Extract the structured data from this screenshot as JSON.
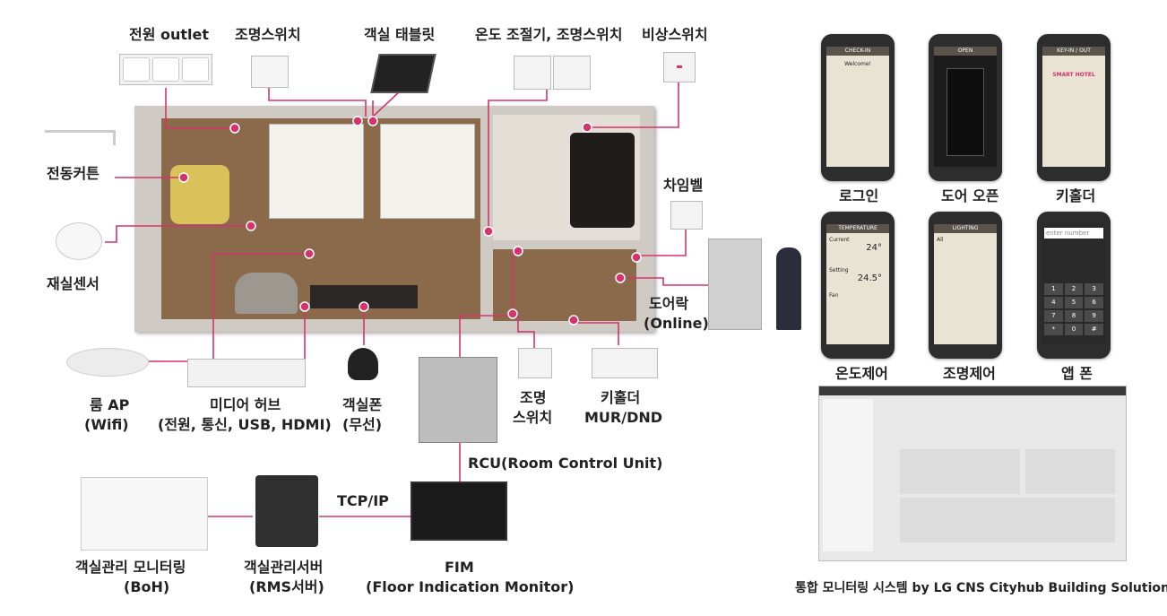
{
  "labels": {
    "outlet": "전원 outlet",
    "light_switch_top": "조명스위치",
    "tablet": "객실 태블릿",
    "thermostat": "온도 조절기, 조명스위치",
    "emergency": "비상스위치",
    "curtain": "전동커튼",
    "occupancy": "재실센서",
    "chime": "차임벨",
    "doorlock_1": "도어락",
    "doorlock_2": "(Online)",
    "ap_1": "룸 AP",
    "ap_2": "(Wifi)",
    "media_1": "미디어 허브",
    "media_2": "(전원, 통신, USB, HDMI)",
    "phone_1": "객실폰",
    "phone_2": "(무선)",
    "switch_bottom_1": "조명",
    "switch_bottom_2": "스위치",
    "keyholder_1": "키홀더",
    "keyholder_2": "MUR/DND",
    "rcu": "RCU(Room Control Unit)",
    "tcpip": "TCP/IP",
    "boh_1": "객실관리 모니터링",
    "boh_2": "(BoH)",
    "rms_1": "객실관리서버",
    "rms_2": "(RMS서버)",
    "fim_1": "FIM",
    "fim_2": "(Floor Indication Monitor)"
  },
  "apps": {
    "login": "로그인",
    "door_open": "도어 오픈",
    "key_holder": "키홀더",
    "temp_control": "온도제어",
    "light_control": "조명제어",
    "app_phone": "앱 폰",
    "login_screen": {
      "title": "CHECK-IN",
      "welcome": "Welcome!"
    },
    "door_screen": {
      "title": "OPEN"
    },
    "key_screen": {
      "title": "KEY-IN / OUT",
      "brand": "SMART HOTEL"
    },
    "temp_screen": {
      "title": "TEMPERATURE",
      "current": "Current",
      "current_temp": "24°",
      "setting": "Setting",
      "setting_temp": "24.5°",
      "fan": "Fan"
    },
    "light_screen": {
      "title": "LIGHTING",
      "all": "All"
    },
    "phone_screen": {
      "input": "enter number",
      "keys": [
        "1",
        "2",
        "3",
        "4",
        "5",
        "6",
        "7",
        "8",
        "9",
        "*",
        "0",
        "#"
      ]
    }
  },
  "monitor_caption": "통합 모니터링 시스템 by LG CNS Cityhub Building Solution",
  "colors": {
    "connector": "#d6336c",
    "floor": "#8a6a4a",
    "wall": "#c9c6c0"
  }
}
